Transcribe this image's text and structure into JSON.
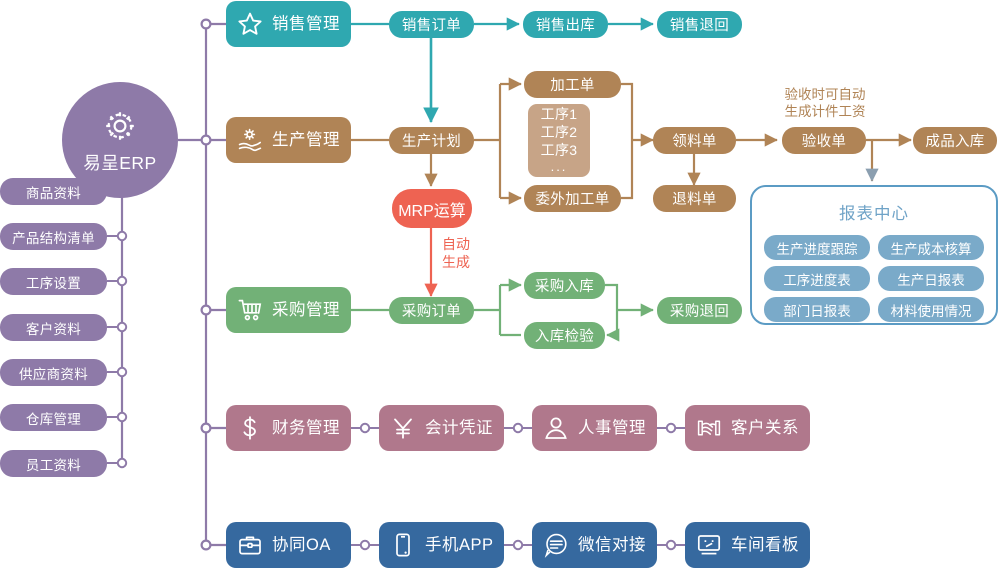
{
  "colors": {
    "hub_purple": "#8e7aa8",
    "sales_teal": "#2fa8b0",
    "production_brown": "#b08456",
    "process_tan": "#c7a487",
    "purchase_green": "#72b177",
    "finance_mauve": "#b0788c",
    "office_blue": "#36699f",
    "report_blue": "#7aaac9",
    "report_border": "#5b9bc4",
    "mrp_red": "#ee6352",
    "trunk_line": "#8e7aa8"
  },
  "hub": {
    "label": "易呈ERP",
    "icon": "gear-icon"
  },
  "sidebar": {
    "items": [
      {
        "label": "商品资料"
      },
      {
        "label": "产品结构清单"
      },
      {
        "label": "工序设置"
      },
      {
        "label": "客户资料"
      },
      {
        "label": "供应商资料"
      },
      {
        "label": "仓库管理"
      },
      {
        "label": "员工资料"
      }
    ]
  },
  "sales": {
    "module": {
      "label": "销售管理",
      "icon": "star-icon"
    },
    "order": "销售订单",
    "outbound": "销售出库",
    "return": "销售退回"
  },
  "production": {
    "module": {
      "label": "生产管理",
      "icon": "hand-gear-icon"
    },
    "plan": "生产计划",
    "mrp": "MRP运算",
    "mrp_note": "自动\n生成",
    "mrp_note_line1": "自动",
    "mrp_note_line2": "生成",
    "work_order": "加工单",
    "processes": [
      "工序1",
      "工序2",
      "工序3"
    ],
    "processes_more": "...",
    "outsourced_order": "委外加工单",
    "material_requisition": "领料单",
    "material_return": "退料单",
    "inspection": "验收单",
    "inspection_note_line1": "验收时可自动",
    "inspection_note_line2": "生成计件工资",
    "finished_goods": "成品入库"
  },
  "report_center": {
    "title": "报表中心",
    "items": [
      "生产进度跟踪",
      "生产成本核算",
      "工序进度表",
      "生产日报表",
      "部门日报表",
      "材料使用情况"
    ]
  },
  "purchase": {
    "module": {
      "label": "采购管理",
      "icon": "cart-icon"
    },
    "order": "采购订单",
    "inbound": "采购入库",
    "inbound_check": "入库检验",
    "return": "采购退回"
  },
  "admin_row": [
    {
      "label": "财务管理",
      "icon": "dollar-icon"
    },
    {
      "label": "会计凭证",
      "icon": "yuan-icon"
    },
    {
      "label": "人事管理",
      "icon": "person-icon"
    },
    {
      "label": "客户关系",
      "icon": "handshake-icon"
    }
  ],
  "office_row": [
    {
      "label": "协同OA",
      "icon": "briefcase-icon"
    },
    {
      "label": "手机APP",
      "icon": "phone-icon"
    },
    {
      "label": "微信对接",
      "icon": "chat-icon"
    },
    {
      "label": "车间看板",
      "icon": "monitor-icon"
    }
  ]
}
